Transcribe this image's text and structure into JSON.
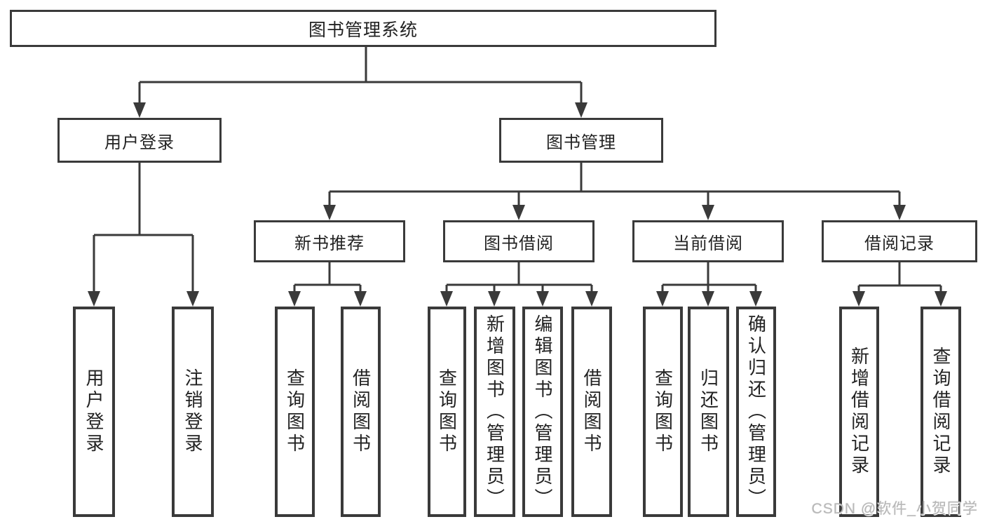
{
  "tree": {
    "root": {
      "label": "图书管理系统"
    },
    "branches": [
      {
        "label": "用户登录",
        "children": [
          {
            "label": "用户登录"
          },
          {
            "label": "注销登录"
          }
        ]
      },
      {
        "label": "图书管理",
        "children": [
          {
            "label": "新书推荐",
            "children": [
              {
                "label": "查询图书"
              },
              {
                "label": "借阅图书"
              }
            ]
          },
          {
            "label": "图书借阅",
            "children": [
              {
                "label": "查询图书"
              },
              {
                "label": "新增图书（管理员）"
              },
              {
                "label": "编辑图书（管理员）"
              },
              {
                "label": "借阅图书"
              }
            ]
          },
          {
            "label": "当前借阅",
            "children": [
              {
                "label": "查询图书"
              },
              {
                "label": "归还图书"
              },
              {
                "label": "确认归还（管理员）"
              }
            ]
          },
          {
            "label": "借阅记录",
            "children": [
              {
                "label": "新增借阅记录"
              },
              {
                "label": "查询借阅记录"
              }
            ]
          }
        ]
      }
    ]
  },
  "watermark": {
    "text": "CSDN @软件_小贺同学"
  },
  "colors": {
    "line": "#3a3a3a",
    "box_border": "#3a3a3a",
    "text": "#222222",
    "background": "#ffffff",
    "watermark": "#b8b8b8"
  }
}
